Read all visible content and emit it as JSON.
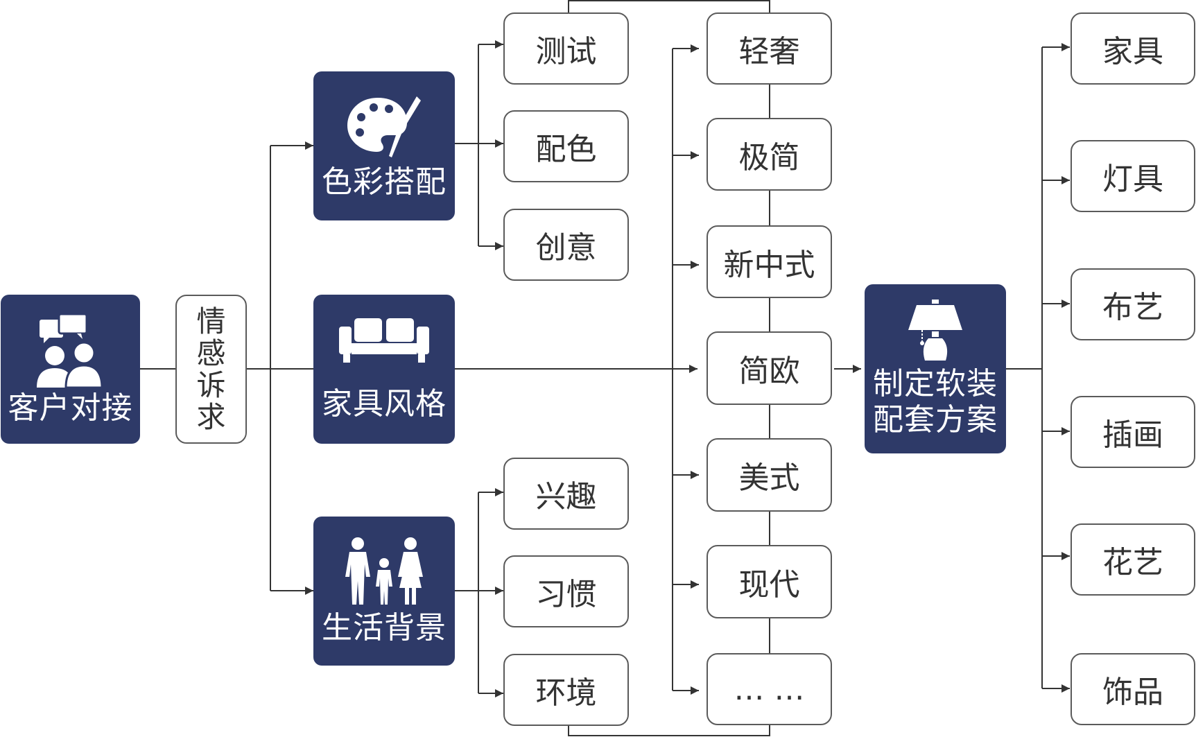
{
  "colors": {
    "dark_fill": "#2e3a68",
    "line": "#333333",
    "box_border": "#5a5a5a",
    "text_dark": "#333333"
  },
  "nodes": {
    "customer": {
      "label": "客户对接",
      "icon": "people-chat-icon"
    },
    "appeal": {
      "label": "情感诉求",
      "chars": [
        "情",
        "感",
        "诉",
        "求"
      ]
    },
    "color": {
      "label": "色彩搭配",
      "icon": "palette-brush-icon"
    },
    "furniture": {
      "label": "家具风格",
      "icon": "sofa-icon"
    },
    "life": {
      "label": "生活背景",
      "icon": "family-icon"
    },
    "plan": {
      "label": [
        "制定软装",
        "配套方案"
      ],
      "icon": "table-lamp-icon"
    }
  },
  "color_items": [
    "测试",
    "配色",
    "创意"
  ],
  "life_items": [
    "兴趣",
    "习惯",
    "环境"
  ],
  "styles": [
    "轻奢",
    "极简",
    "新中式",
    "简欧",
    "美式",
    "现代",
    "… …"
  ],
  "outputs": [
    "家具",
    "灯具",
    "布艺",
    "插画",
    "花艺",
    "饰品"
  ]
}
